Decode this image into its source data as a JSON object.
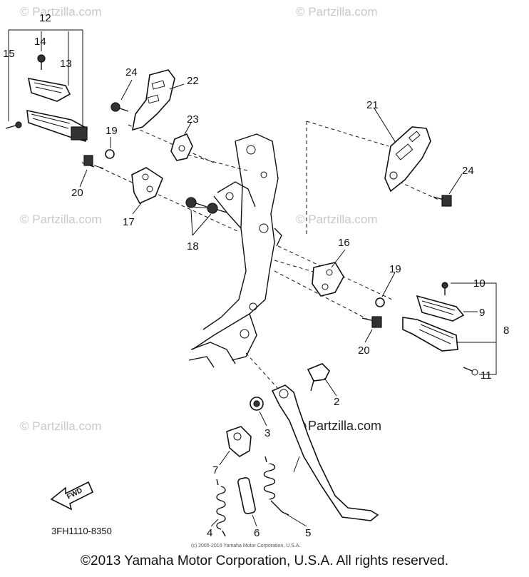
{
  "watermarks": {
    "text": "© Partzilla.com",
    "center": "Partzilla.com"
  },
  "diagram_code": "3FH1110-8350",
  "small_copyright": "(c) 2005-2016 Yamaha Motor Corporation, U.S.A.",
  "copyright": "©2013 Yamaha Motor Corporation, U.S.A. All rights reserved.",
  "callouts": {
    "c1": "2",
    "c2": "3",
    "c3": "4",
    "c4": "5",
    "c5": "6",
    "c6": "7",
    "c7": "8",
    "c8": "9",
    "c9": "10",
    "c10": "11",
    "c11": "12",
    "c12": "13",
    "c13": "14",
    "c14": "15",
    "c15": "16",
    "c16": "17",
    "c17": "18",
    "c18": "19",
    "c19": "19",
    "c20": "20",
    "c21": "20",
    "c22": "21",
    "c23": "22",
    "c24": "23",
    "c25": "24",
    "c26": "24"
  },
  "fwd_label": "FWD",
  "colors": {
    "line": "#111111",
    "watermark": "#c9c9c9"
  }
}
